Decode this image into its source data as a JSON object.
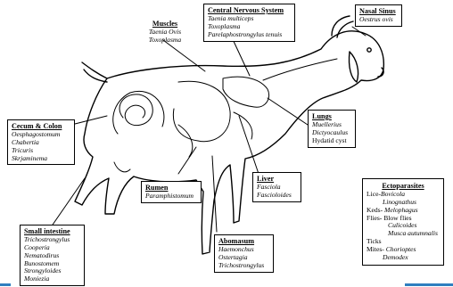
{
  "muscles": {
    "title": "Muscles",
    "items": [
      "Taenia Ovis",
      "Toxoplasma"
    ]
  },
  "cns": {
    "title": "Central Nervous System",
    "items": [
      "Taenia multiceps",
      "Toxoplasma",
      "Parelaphostrongylus tenuis"
    ]
  },
  "nasal": {
    "title": "Nasal Sinus",
    "items": [
      "Oestrus ovis"
    ]
  },
  "cecum": {
    "title": "Cecum & Colon",
    "items": [
      "Oesphagostomum",
      "Chabertia",
      "Tricuris",
      "Skrjaminema"
    ]
  },
  "lungs": {
    "title": "Lungs",
    "items": [
      "Muellerius",
      "Dictyocaulus"
    ],
    "extra": "Hydatid cyst"
  },
  "rumen": {
    "title": "Rumen",
    "items": [
      "Paramphistomum"
    ]
  },
  "liver": {
    "title": "Liver",
    "items": [
      "Fasciola",
      "Fascioloides"
    ]
  },
  "small_intestine": {
    "title": "Small intestine",
    "items": [
      "Trichostrongylus",
      "Cooperia",
      "Nematodirus",
      "Bunostomem",
      "Strongyloides",
      "Moniezia"
    ]
  },
  "abomasum": {
    "title": "Abomasum",
    "items": [
      "Haemonchus",
      "Ostertagia",
      "Trichostrongylus"
    ]
  },
  "ecto": {
    "title": "Ectoparasites",
    "lice_prefix": "Lice-",
    "lice_1": "Bovicola",
    "lice_2": "Linognathus",
    "keds_prefix": "Keds- ",
    "keds_1": "Melophagus",
    "flies_prefix": "Flies- Blow flies",
    "flies_2": "Culicoides",
    "flies_3": "Musca autumnalis",
    "ticks": "Ticks",
    "mites_prefix": "Mites- ",
    "mites_1": "Chorioptes",
    "mites_2": "Demodex"
  },
  "colors": {
    "accent_bar": "#2f7fbf",
    "ink": "#000000"
  }
}
